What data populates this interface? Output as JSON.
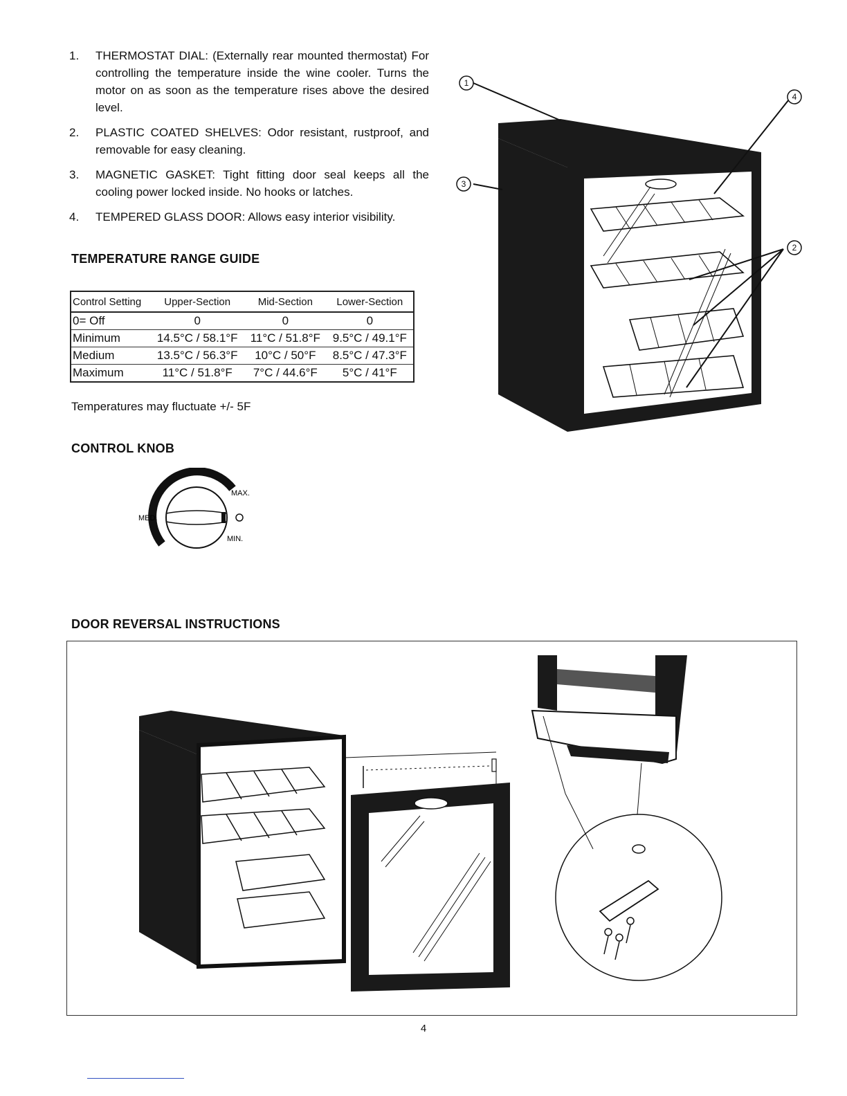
{
  "features": [
    {
      "num": "1.",
      "text": "THERMOSTAT DIAL: (Externally rear mounted thermostat) For controlling the temperature inside the wine cooler. Turns the motor on as soon as the temperature rises above the desired level."
    },
    {
      "num": "2.",
      "text": "PLASTIC COATED SHELVES: Odor resistant, rustproof, and removable for easy cleaning."
    },
    {
      "num": "3.",
      "text": "MAGNETIC GASKET: Tight fitting door seal keeps all the cooling power locked inside. No hooks or latches."
    },
    {
      "num": "4.",
      "text": "TEMPERED GLASS DOOR: Allows easy interior visibility."
    }
  ],
  "temperature_guide": {
    "heading": "TEMPERATURE RANGE GUIDE",
    "columns": [
      "Control Setting",
      "Upper-Section",
      "Mid-Section",
      "Lower-Section"
    ],
    "rows": [
      [
        "0= Off",
        "0",
        "0",
        "0"
      ],
      [
        "Minimum",
        "14.5°C / 58.1°F",
        "11°C / 51.8°F",
        "9.5°C / 49.1°F"
      ],
      [
        "Medium",
        "13.5°C / 56.3°F",
        "10°C / 50°F",
        "8.5°C / 47.3°F"
      ],
      [
        "Maximum",
        "11°C / 51.8°F",
        "7°C / 44.6°F",
        "5°C / 41°F"
      ]
    ],
    "note": "Temperatures may fluctuate +/- 5F"
  },
  "control_knob": {
    "heading": "CONTROL KNOB",
    "max_label": "MAX.",
    "med_label": "MED.",
    "min_label": "MIN."
  },
  "diagram_callouts": [
    "1",
    "2",
    "3",
    "4"
  ],
  "door_reversal": {
    "heading": "DOOR REVERSAL INSTRUCTIONS"
  },
  "page_number": "4"
}
